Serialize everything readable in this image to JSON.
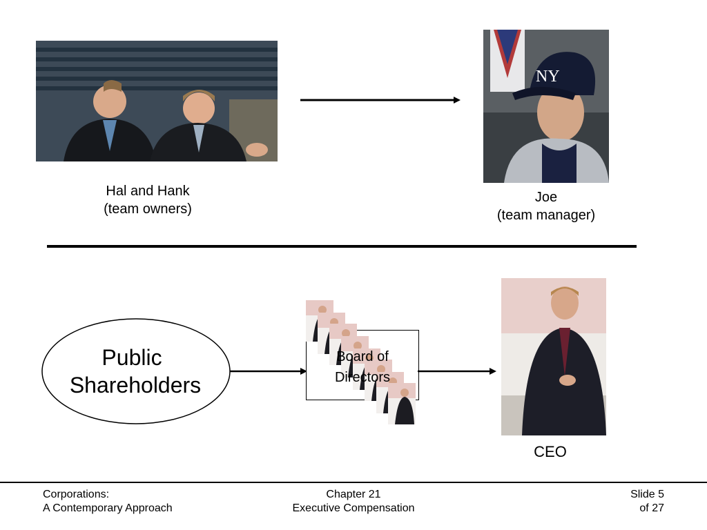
{
  "top": {
    "owners_caption_line1": "Hal and Hank",
    "owners_caption_line2": "(team owners)",
    "manager_caption_line1": "Joe",
    "manager_caption_line2": "(team manager)"
  },
  "bottom": {
    "shareholders_line1": "Public",
    "shareholders_line2": "Shareholders",
    "board_line1": "Board of",
    "board_line2": "Directors",
    "ceo_caption": "CEO"
  },
  "footer": {
    "left_line1": "Corporations:",
    "left_line2": "A Contemporary Approach",
    "center_line1": "Chapter 21",
    "center_line2": "Executive Compensation",
    "right_line1": "Slide 5",
    "right_line2": "of 27"
  }
}
